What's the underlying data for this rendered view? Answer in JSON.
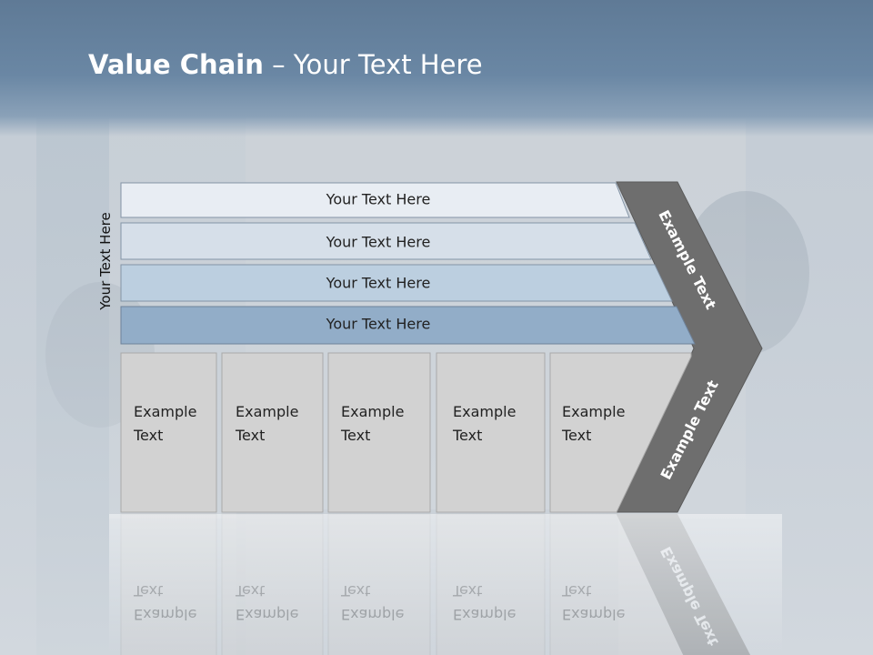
{
  "slide": {
    "title_bold": "Value Chain",
    "title_rest": " – Your Text Here",
    "vertical_label": "Your Text Here"
  },
  "bars": [
    {
      "label": "Your Text Here",
      "color": "#e8edf3"
    },
    {
      "label": "Your Text Here",
      "color": "#d6dfe9"
    },
    {
      "label": "Your Text Here",
      "color": "#bccfe0"
    },
    {
      "label": "Your Text Here",
      "color": "#92adc8"
    }
  ],
  "boxes": [
    {
      "line1": "Example",
      "line2": "Text"
    },
    {
      "line1": "Example",
      "line2": "Text"
    },
    {
      "line1": "Example",
      "line2": "Text"
    },
    {
      "line1": "Example",
      "line2": "Text"
    },
    {
      "line1": "Example",
      "line2": "Text"
    }
  ],
  "chevron": {
    "upper_text": "Example Text",
    "lower_text": "Example Text",
    "color": "#6e6e6e"
  },
  "colors": {
    "header": "#5f7a96",
    "box_fill": "#d2d2d2",
    "box_border": "#a9a9a9"
  }
}
